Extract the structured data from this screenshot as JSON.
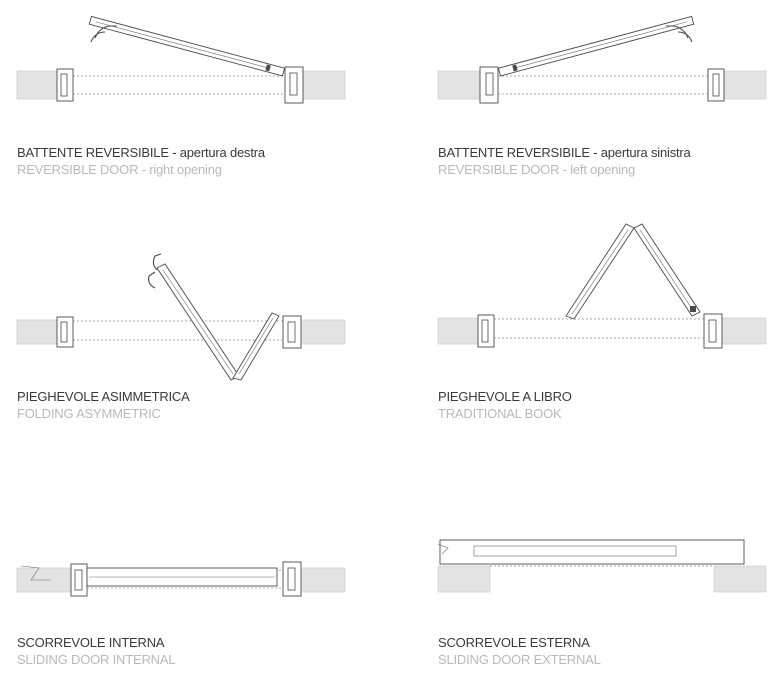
{
  "items": [
    {
      "it": "BATTENTE REVERSIBILE - apertura destra",
      "en": "REVERSIBLE DOOR - right opening"
    },
    {
      "it": "BATTENTE REVERSIBILE - apertura sinistra",
      "en": "REVERSIBLE DOOR - left opening"
    },
    {
      "it": "PIEGHEVOLE ASIMMETRICA",
      "en": "FOLDING ASYMMETRIC"
    },
    {
      "it": "PIEGHEVOLE A LIBRO",
      "en": "TRADITIONAL BOOK"
    },
    {
      "it": "SCORREVOLE INTERNA",
      "en": "SLIDING DOOR INTERNAL"
    },
    {
      "it": "SCORREVOLE ESTERNA",
      "en": "SLIDING DOOR EXTERNAL"
    }
  ]
}
